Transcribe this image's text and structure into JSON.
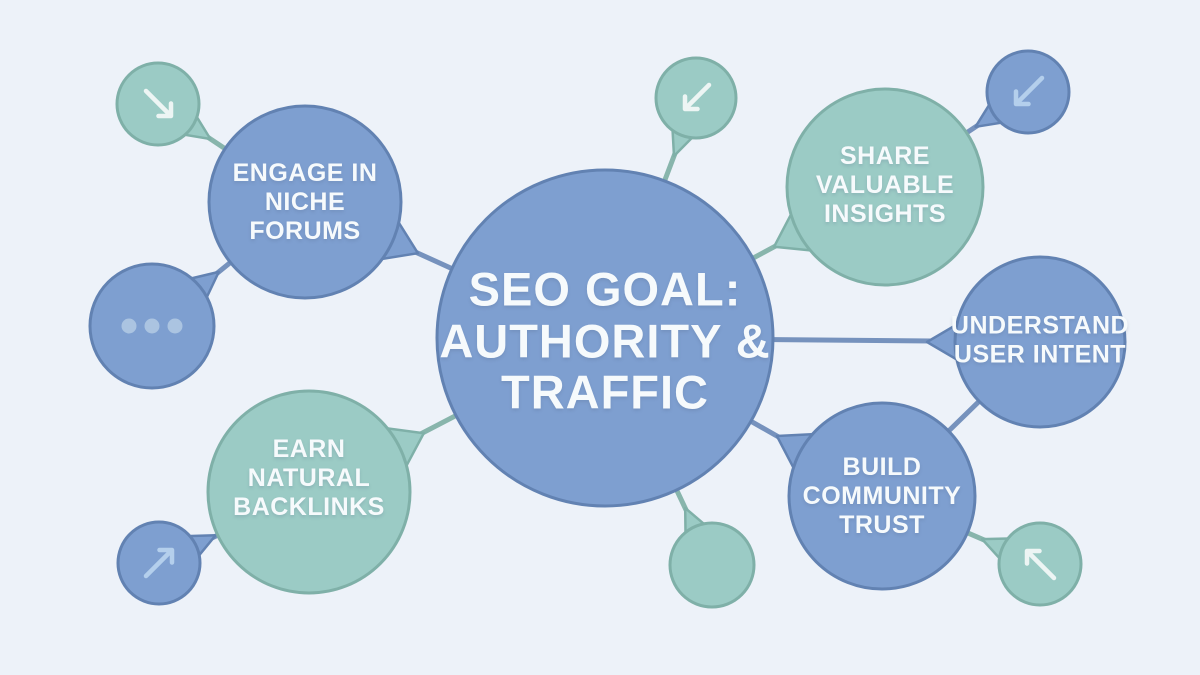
{
  "background": "#edf2f9",
  "palette": {
    "blue_fill": "#7e9fd0",
    "blue_border": "#6282b2",
    "teal_fill": "#9bcbc5",
    "teal_border": "#7fb0a8",
    "blue_connector": "#7692bd",
    "teal_connector": "#88b5ac",
    "label_color": "#f6fafc",
    "arrow_on_teal": "#edf5f4",
    "arrow_on_blue": "#b4cfec",
    "ellipsis_dot_color": "#abc4e1"
  },
  "center_node": {
    "label": "SEO GOAL: AUTHORITY & TRAFFIC"
  },
  "nodes": {
    "engage_forums": {
      "label": "ENGAGE IN NICHE FORUMS"
    },
    "share_insights": {
      "label": "SHARE VALUABLE INSIGHTS"
    },
    "understand_intent": {
      "label": "UNDERSTAND USER INTENT"
    },
    "build_trust": {
      "label": "BUILD COMMUNITY TRUST"
    },
    "earn_backlinks": {
      "label": "EARN NATURAL BACKLINKS"
    }
  },
  "icons": {
    "top_left_arrow": {
      "name": "arrow-down-right-icon",
      "glyph": "↘"
    },
    "top_middle_arrow": {
      "name": "arrow-down-left-icon",
      "glyph": "↙"
    },
    "top_right_arrow": {
      "name": "arrow-down-left-icon",
      "glyph": "↙"
    },
    "bottom_left_arrow": {
      "name": "arrow-up-right-icon",
      "glyph": "↗"
    },
    "bottom_right_arrow": {
      "name": "arrow-up-left-icon",
      "glyph": "↖"
    },
    "ellipsis": {
      "name": "ellipsis-icon",
      "glyph": "•••"
    }
  }
}
